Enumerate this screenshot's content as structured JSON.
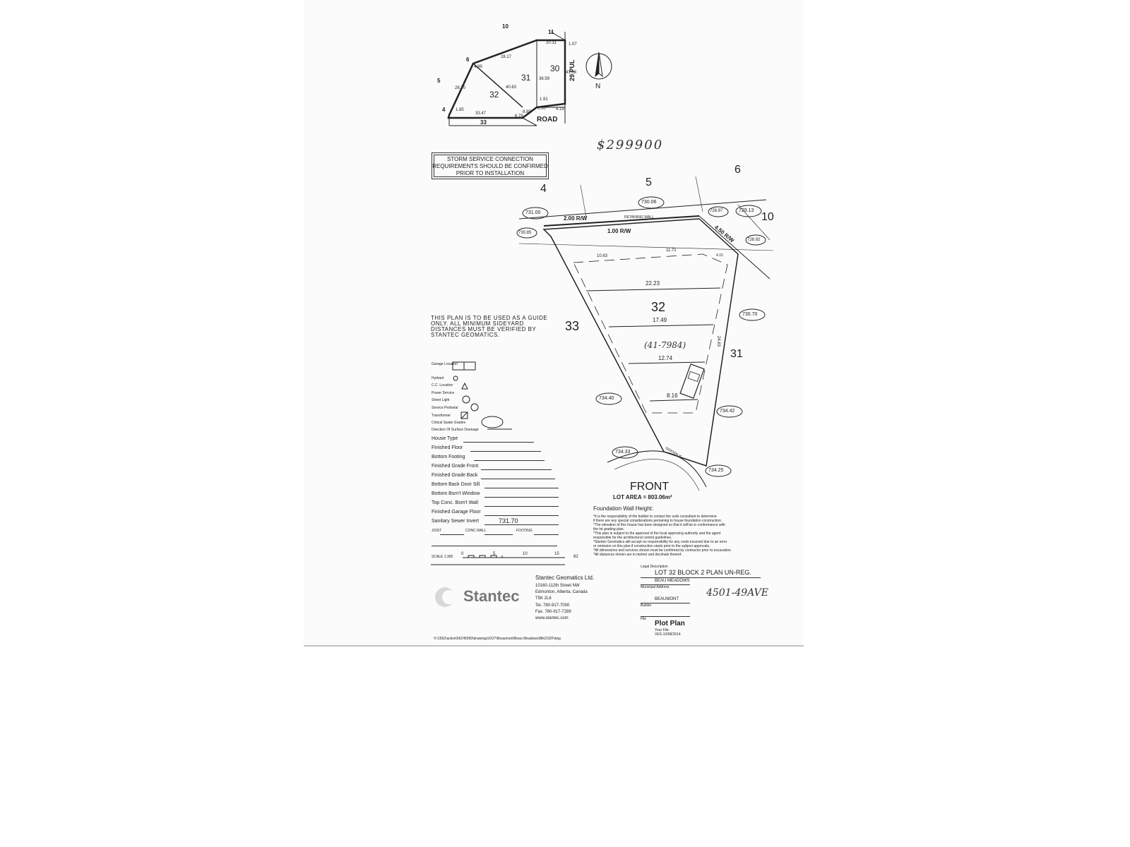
{
  "handwritten": {
    "price": "$299900",
    "area_note": "(41-7984)",
    "address": "4501-49AVE"
  },
  "key_plan": {
    "lots": [
      "10",
      "11",
      "6",
      "5",
      "4",
      "31",
      "30",
      "32",
      "33"
    ],
    "dims": [
      "28.17",
      "20.31",
      "1.07",
      "4.99",
      "28.70",
      "40.63",
      "41.08",
      "1.85",
      "33.47",
      "6.78",
      "8.89",
      "6.00",
      "9.19",
      "36.59",
      "1.91"
    ],
    "road": "ROAD",
    "street": "29 PUL",
    "north": "N"
  },
  "storm_note": [
    "STORM SERVICE CONNECTION",
    "REQUIREMENTS SHOULD BE CONFIRMED",
    "PRIOR TO INSTALLATION"
  ],
  "guide_note": "THIS PLAN IS TO BE USED AS A GUIDE ONLY. ALL MINIMUM SIDEYARD DISTANCES MUST BE VERIFIED BY STANTEC GEOMATICS.",
  "site": {
    "adjacent_lots": {
      "lot4": "4",
      "lot5": "5",
      "lot6": "6",
      "lot10": "10",
      "lot33": "33",
      "lot31": "31"
    },
    "lot": "32",
    "elevations": {
      "e1": "731.00",
      "e2": "730.06",
      "e3": "729.13",
      "e4": "728.97",
      "e5": "730.85",
      "e6": "728.92",
      "e7": "730.70",
      "e8": "734.40",
      "e9": "734.42",
      "e10": "734.33",
      "e11": "734.25"
    },
    "row_labels": {
      "r1": "2.00 R/W",
      "r2": "1.00 R/W",
      "r3": "4.50 R/W"
    },
    "retaining_wall": "RETAINING WALL",
    "dims": {
      "d1": "10.63",
      "d2": "11.71",
      "d3": "22.23",
      "d4": "17.49",
      "d5": "12.74",
      "d6": "8.16",
      "d7": "24.63",
      "d8": "4.15"
    },
    "sidewalk": "SIDEWALK",
    "front": "FRONT",
    "lot_area": "LOT AREA =   803.06m²"
  },
  "legend": {
    "items": [
      "Garage Location",
      "Hydrant",
      "C.C. Location",
      "Power Service",
      "Street Light",
      "Service Pedestal",
      "Transformer",
      "Critical Swale Grades",
      "Direction Of Surface Drainage"
    ]
  },
  "fields": {
    "house_type": "House Type",
    "finished_floor": "Finished Floor",
    "bottom_footing": "Bottom Footing",
    "grade_front": "Finished Grade Front",
    "grade_back": "Finished Grade Back",
    "back_door_sill": "Bottom Back Door Sill",
    "bsmt_window": "Bottom Bsm't Window",
    "top_conc": "Top Conc. Bsm't Wall",
    "garage_floor": "Finished  Garage Floor",
    "sanitary": "Sanitary Sewer Invert",
    "sanitary_value": "731.70",
    "joist": "JOIST",
    "conc_wall": "CONC.WALL",
    "footing": "FOOTING"
  },
  "scale": {
    "label": "SCALE 1:300",
    "ticks": [
      "0",
      "5",
      "10",
      "15"
    ],
    "ref": "82"
  },
  "foundation": "Foundation Wall Height:",
  "disclaimer": [
    "*It is the responsibility of the builder to contact the soils consultant to determine",
    "if there are any special considerations pertaining to house foundation construction.",
    "*The elevation of this house has been designed so that it will be in conformance with",
    "the lot grading plan.",
    "*This plan is subject to the approval of the local approving authority and the agent",
    "responsible for the architectural control guidelines.",
    "*Stantec Geomatics will accept no responsibility for any costs incurred due to an error",
    "or omission on this plan if construction starts prior to the subject approvals.",
    "*All dimensions and services shown must be confirmed by contractor prior to excavation.",
    "*All distances shown are in metres and decimals thereof."
  ],
  "company": {
    "logo": "Stantec",
    "name": "Stantec Geomatics Ltd.",
    "address1": "10160-112th Street NW",
    "address2": "Edmonton, Alberta, Canada",
    "postal": "T5K 2L6",
    "tel": "Tel.   780-917-7000",
    "fax": "Fax.   780-917-7289",
    "web": "www.stantec.com"
  },
  "title_block": {
    "legal_label": "Legal Description",
    "legal": "LOT  32   BLOCK  2   PLAN UN-REG.",
    "subdivision": "BEAU MEADOWS",
    "municipal_label": "Municipal Address",
    "town": "BEAUMONT",
    "builder_label": "Builder",
    "file_label": "File",
    "plan_title": "Plot Plan",
    "your_file": "Your File:",
    "ref": "VES-10/08/2014"
  },
  "path": "V:\\1562\\active\\56245050\\drawings\\OUT\\Beaumont\\Beau Meadows\\Blk2\\32P.dwg"
}
